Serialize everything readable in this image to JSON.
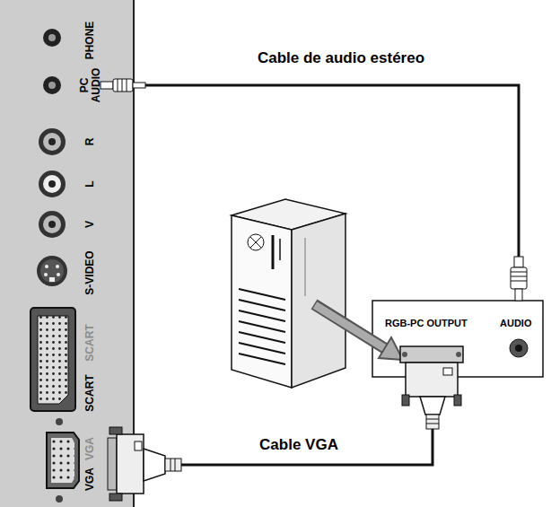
{
  "diagram": {
    "nodes": [
      {
        "text": [
          "PHONE",
          "PC AUDIO",
          "R",
          "L",
          "V",
          "S-VIDEO",
          "SCART",
          "SCART",
          "VGA",
          "VGA"
        ]
      },
      {
        "text": [
          "RGB-PC OUTPUT",
          "AUDIO"
        ]
      }
    ],
    "edges": [
      {
        "from": 0,
        "to": 1,
        "arrow": "none",
        "label": "Cable de audio estéreo"
      },
      {
        "from": 0,
        "to": 1,
        "arrow": "none",
        "label": "Cable VGA"
      }
    ]
  }
}
